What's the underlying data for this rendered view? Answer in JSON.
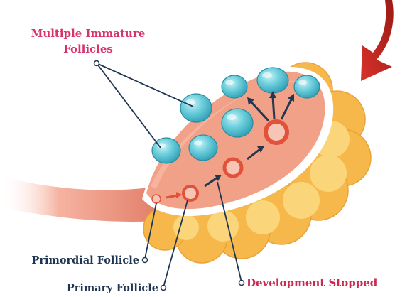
{
  "labels": {
    "immature_line1": "Multiple Immature",
    "immature_line2": "Follicles",
    "primordial": "Primordial Follicle",
    "primary": "Primary Follicle",
    "stopped": "Development Stopped"
  },
  "colors": {
    "pink_label": "#d6336c",
    "navy_label": "#1f3552",
    "stopped_label": "#c92a4e",
    "ovary_tissue": "#f2a189",
    "outer_lobes": "#f6b84a",
    "inner_lobes": "#fbd57a",
    "follicle_teal": "#5fc7d6",
    "ring_red": "#e2513a",
    "big_arrow": "#c8241c"
  }
}
